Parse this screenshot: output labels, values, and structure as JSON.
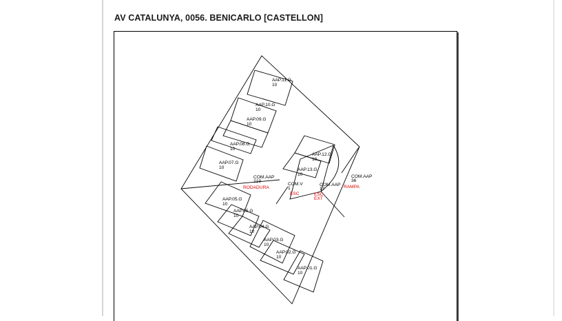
{
  "header": {
    "title": "AV CATALUNYA, 0056. BENICARLO [CASTELLON]"
  },
  "plan": {
    "colors": {
      "line": "#000000",
      "zone_label": "#e00000",
      "frame": "#000000"
    },
    "parking_units": [
      {
        "code": "AAP.11.G",
        "number": "10"
      },
      {
        "code": "AAP.10.G",
        "number": "10"
      },
      {
        "code": "AAP.09.G",
        "number": "10"
      },
      {
        "code": "AAP.08.G",
        "number": "10"
      },
      {
        "code": "AAP.07.G",
        "number": "10"
      },
      {
        "code": "AAP.12.G",
        "number": "10"
      },
      {
        "code": "AAP.13.G",
        "number": "10"
      },
      {
        "code": "AAP.05.G",
        "number": "10"
      },
      {
        "code": "AAP.05.G",
        "number": "10"
      },
      {
        "code": "AAP.04.G",
        "number": "10"
      },
      {
        "code": "AAP.03.G",
        "number": "10"
      },
      {
        "code": "AAP.02.G",
        "number": "10"
      },
      {
        "code": "AAP.01.G",
        "number": "10"
      }
    ],
    "common_areas": [
      {
        "code": "COM.AAP",
        "number": "219"
      },
      {
        "code": "COM.V",
        "number": "1"
      },
      {
        "code": "COM.AAP",
        "number": "17"
      },
      {
        "code": "COM.AAP",
        "number": "36"
      }
    ],
    "zones": {
      "rodadura": "RODADURA",
      "esc_left": "ESC",
      "esc_center_line1": "ESC",
      "esc_center_line2": "EXT",
      "rampa": "RAMPA"
    }
  }
}
